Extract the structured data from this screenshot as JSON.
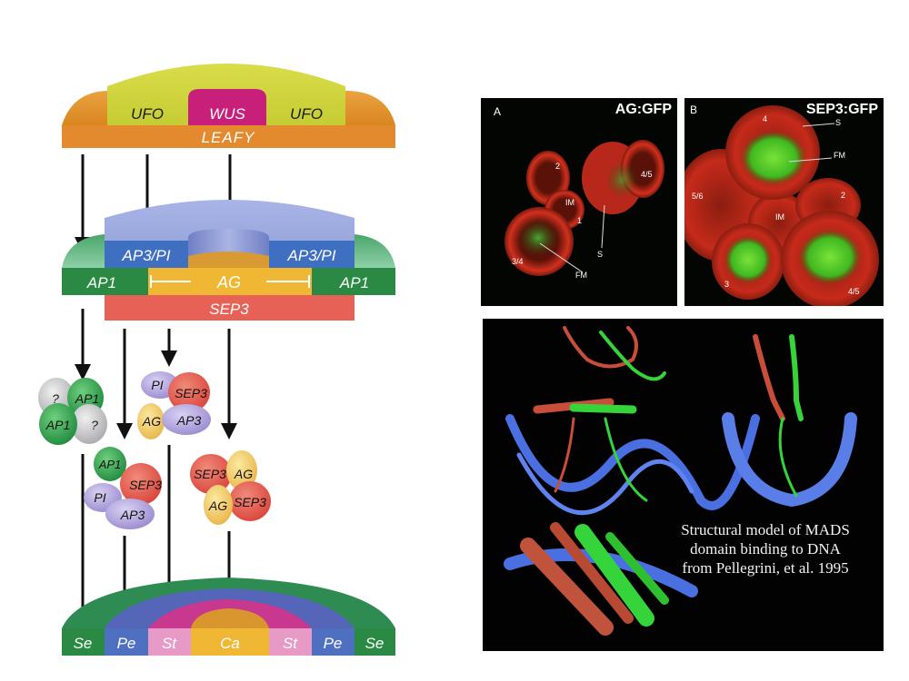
{
  "diagram": {
    "top_domain": {
      "left": "UFO",
      "center": "WUS",
      "right": "UFO",
      "base": "LEAFY"
    },
    "middle_domain": {
      "upper_left": "AP3/PI",
      "upper_right": "AP3/PI",
      "left": "AP1",
      "center": "AG",
      "right": "AP1",
      "base": "SEP3"
    },
    "complexes": [
      {
        "name": "sepal-complex",
        "proteins": [
          "?",
          "AP1",
          "AP1",
          "?"
        ]
      },
      {
        "name": "petal-complex",
        "proteins": [
          "AP1",
          "SEP3",
          "PI",
          "AP3"
        ]
      },
      {
        "name": "stamen-complex",
        "proteins": [
          "PI",
          "SEP3",
          "AG",
          "AP3"
        ]
      },
      {
        "name": "carpel-complex",
        "proteins": [
          "SEP3",
          "AG",
          "AG",
          "SEP3"
        ]
      }
    ],
    "organs": [
      "Se",
      "Pe",
      "St",
      "Ca",
      "St",
      "Pe",
      "Se"
    ],
    "colors": {
      "leafy": "#e48a2e",
      "ufo": "#cfd43a",
      "wus": "#c8207a",
      "ap3pi": "#3f6fc0",
      "ap1": "#2a8a44",
      "ag": "#efb733",
      "sep3": "#e66257",
      "stamen": "#e79ac6",
      "petal_blue": "#4f6fc1"
    }
  },
  "micrographs": [
    {
      "panel_letter": "A",
      "title": "AG:GFP",
      "labels": [
        "2",
        "IM",
        "1",
        "4/5",
        "3/4",
        "FM",
        "S"
      ]
    },
    {
      "panel_letter": "B",
      "title": "SEP3:GFP",
      "labels": [
        "4",
        "S",
        "FM",
        "5/6",
        "IM",
        "2",
        "3",
        "4/5"
      ]
    }
  ],
  "structure_panel": {
    "caption_lines": [
      "Structural model of MADS",
      "domain binding to DNA",
      "from Pellegrini, et al. 1995"
    ]
  }
}
